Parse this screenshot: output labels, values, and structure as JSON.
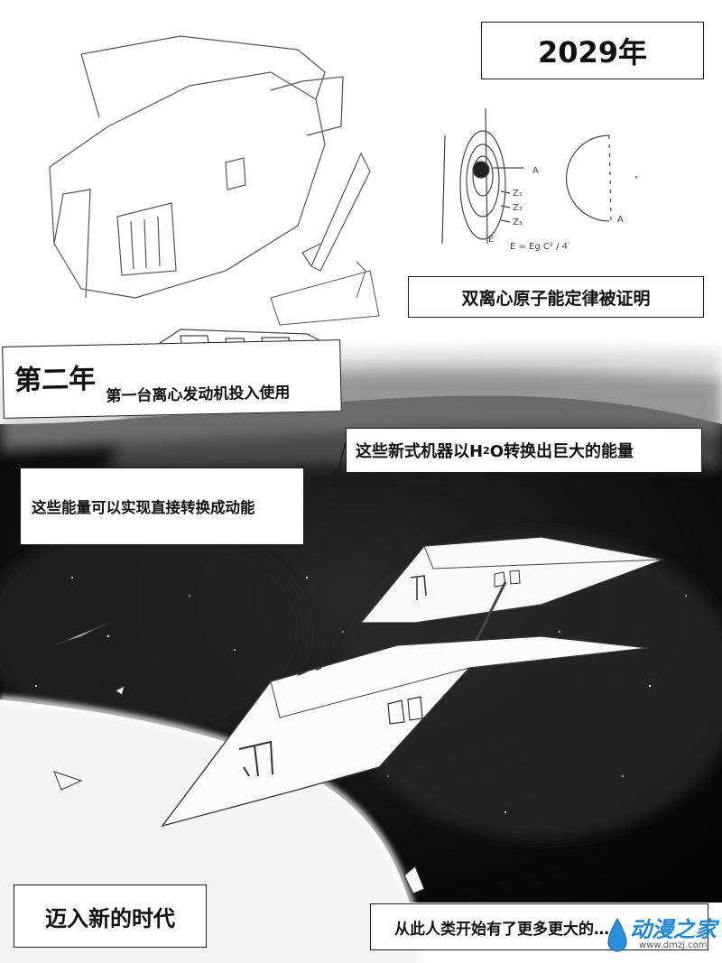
{
  "captions": {
    "year": "2029年",
    "theory_proven": "双离心原子能定律被证明",
    "second_year_title": "第二年",
    "second_year_text": "第一台离心发动机投入使用",
    "water_energy_prefix": "这些新式机器以H",
    "water_energy_sub": "2",
    "water_energy_suffix": " O转换出巨大的能量",
    "direct_conversion": "这些能量可以实现直接转换成动能",
    "new_era": "迈入新的时代",
    "human_more": "从此人类开始有了更多更大的…"
  },
  "sketch": {
    "label_a": "A",
    "label_z1": "Z₁",
    "label_z2": "Z₂",
    "label_z3": "Z₃",
    "label_e": "E",
    "formula": "E = Eg C² / 4",
    "label_a2": "A"
  },
  "watermark": {
    "name": "动漫之家",
    "url": "www.dmzj.com"
  },
  "colors": {
    "space": "#141414",
    "planet": "#f4f4f4",
    "ink": "#1a1a1a",
    "watermark": "#1e88d6"
  }
}
